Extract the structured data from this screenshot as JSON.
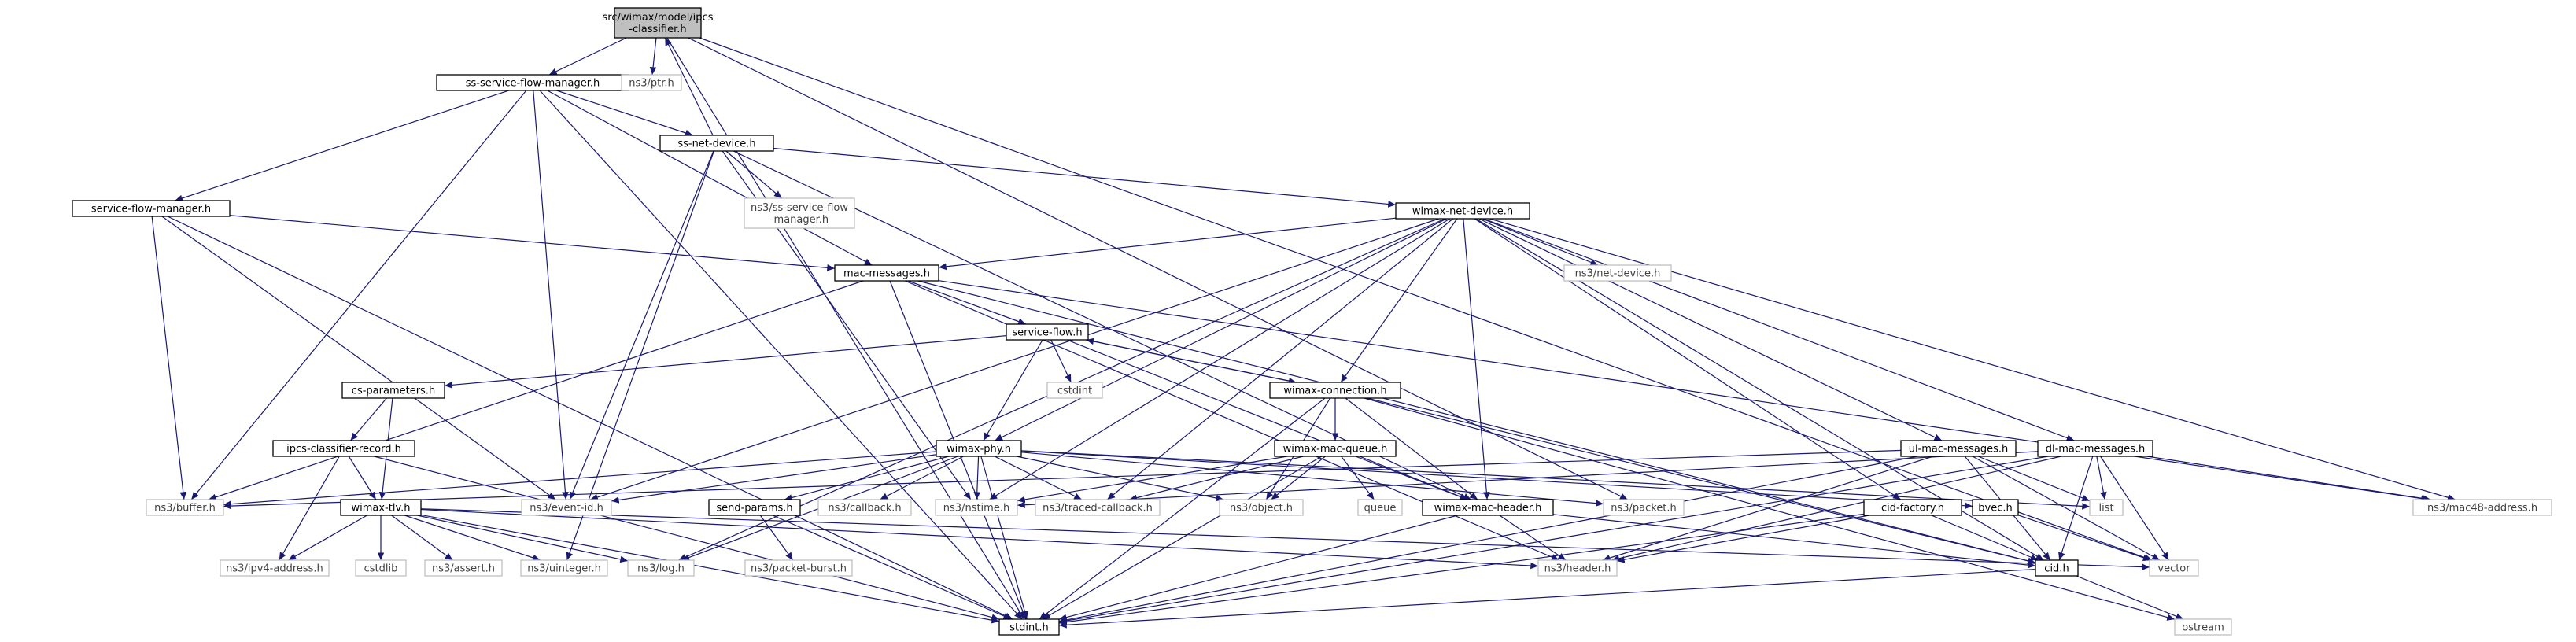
{
  "colors": {
    "edge": "#191970",
    "root_fill": "#bfbfbf",
    "node_border": "#000000",
    "external_border": "#bfbfbf"
  },
  "nodes": {
    "root": [
      "src/wimax/model/ipcs",
      "-classifier.h"
    ],
    "ss_sfm": [
      "ss-service-flow-manager.h"
    ],
    "ptr": [
      "ns3/ptr.h"
    ],
    "ss_net": [
      "ss-net-device.h"
    ],
    "sfm": [
      "service-flow-manager.h"
    ],
    "ns3_ssnet": [
      "ns3/ss-service-flow",
      "-manager.h"
    ],
    "wnd": [
      "wimax-net-device.h"
    ],
    "mac_msgs": [
      "mac-messages.h"
    ],
    "ns3_netdev": [
      "ns3/net-device.h"
    ],
    "sf": [
      "service-flow.h"
    ],
    "cs_params": [
      "cs-parameters.h"
    ],
    "cstdint": [
      "cstdint"
    ],
    "wconn": [
      "wimax-connection.h"
    ],
    "ipcs_rec": [
      "ipcs-classifier-record.h"
    ],
    "wphy": [
      "wimax-phy.h"
    ],
    "wmq": [
      "wimax-mac-queue.h"
    ],
    "ul_msgs": [
      "ul-mac-messages.h"
    ],
    "dl_msgs": [
      "dl-mac-messages.h"
    ],
    "buffer": [
      "ns3/buffer.h"
    ],
    "wtlv": [
      "wimax-tlv.h"
    ],
    "event_id": [
      "ns3/event-id.h"
    ],
    "send_params": [
      "send-params.h"
    ],
    "callback": [
      "ns3/callback.h"
    ],
    "nstime": [
      "ns3/nstime.h"
    ],
    "traced_cb": [
      "ns3/traced-callback.h"
    ],
    "object": [
      "ns3/object.h"
    ],
    "queue": [
      "queue"
    ],
    "wmh": [
      "wimax-mac-header.h"
    ],
    "packet": [
      "ns3/packet.h"
    ],
    "cid_factory": [
      "cid-factory.h"
    ],
    "bvec": [
      "bvec.h"
    ],
    "list": [
      "list"
    ],
    "mac48": [
      "ns3/mac48-address.h"
    ],
    "ipv4": [
      "ns3/ipv4-address.h"
    ],
    "cstdlib": [
      "cstdlib"
    ],
    "assert": [
      "ns3/assert.h"
    ],
    "uinteger": [
      "ns3/uinteger.h"
    ],
    "log": [
      "ns3/log.h"
    ],
    "packet_burst": [
      "ns3/packet-burst.h"
    ],
    "header": [
      "ns3/header.h"
    ],
    "cid": [
      "cid.h"
    ],
    "vector": [
      "vector"
    ],
    "stdint": [
      "stdint.h"
    ],
    "ostream": [
      "ostream"
    ]
  }
}
